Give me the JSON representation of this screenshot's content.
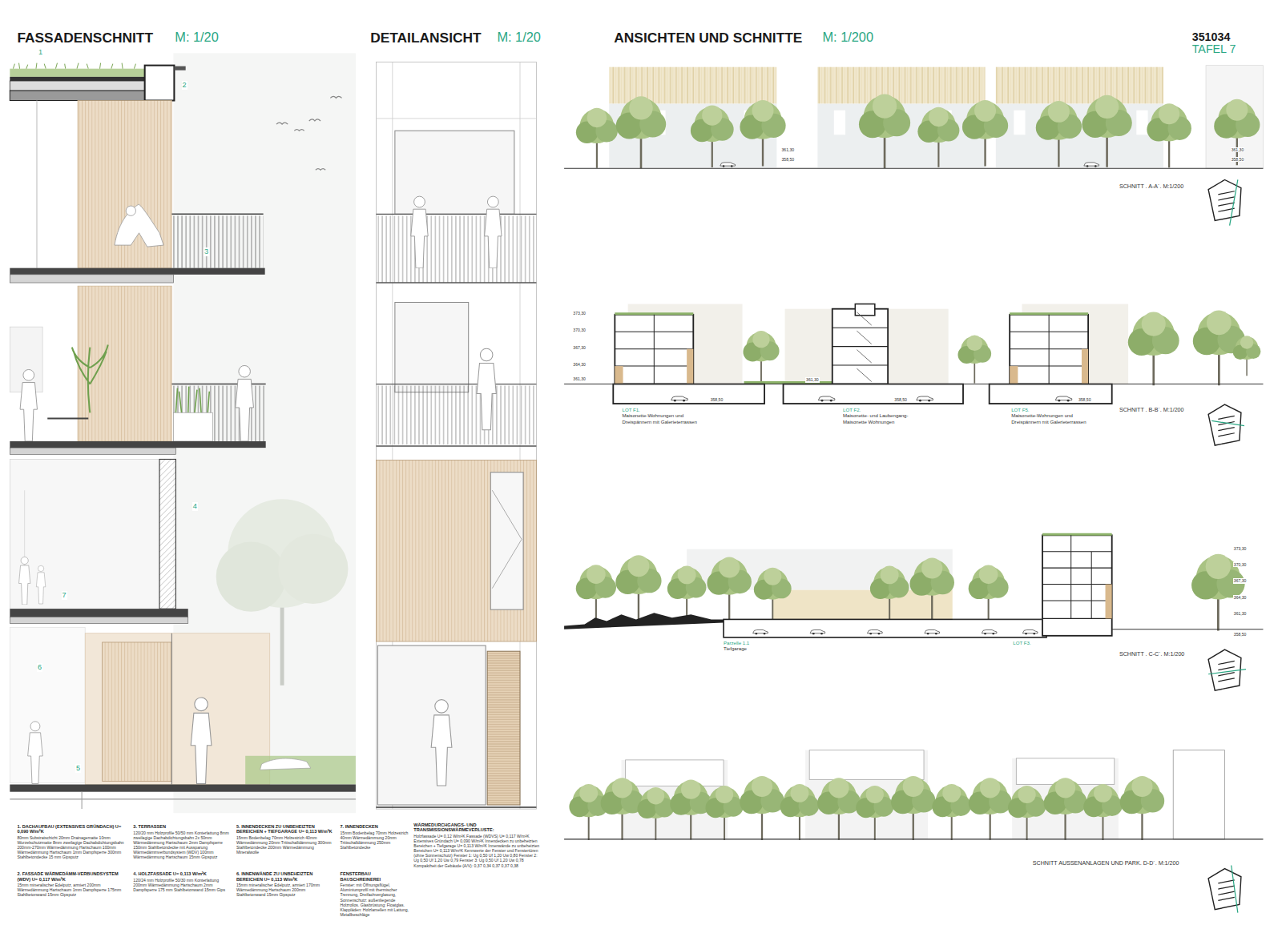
{
  "diagram": {
    "labels": [
      "FASSADENSCHNITT",
      "M: 1/20",
      "DETAILANSICHT",
      "M: 1/20",
      "ANSICHTEN UND SCHNITTE",
      "M: 1/200",
      "351034",
      "TAFEL 7",
      "1",
      "2",
      "3",
      "4",
      "7",
      "6",
      "5",
      "SCHNITT . A-A´. M:1/200",
      "SCHNITT . B-B´. M:1/200",
      "SCHNITT . C-C´. M:1/200",
      "SCHNITT AUSSENANLAGEN UND PARK. D-D´. M:1/200",
      "LOT F1.",
      "Maisonette-Wohnungen und Dreispännern mit Galerieterrassen",
      "LOT F2.",
      "Maisonette- und Laubengang-Maisonette Wohnungen",
      "LOT F5.",
      "Maisonette-Wohnungen und Dreispännern mit Galerieterrassen",
      "Parzelle 1.1",
      "Tiefgarage",
      "LOT F3.",
      "373,30",
      "370,30",
      "367,30",
      "364,30",
      "361,30",
      "373,30",
      "370,30",
      "367,30",
      "364,30",
      "361,30",
      "358,50",
      "358,50",
      "358,50",
      "358,50",
      "361,30",
      "361,30",
      "358,50",
      "361,30",
      "358,50",
      "1. DACHAUFBAU (EXTENSIVES GRÜNDACH) U= 0,090 W/m²K",
      "80mm Substratschicht 20mm Drainagematte 10mm Wurzelschutzmatte 8mm zweilagige Dachabdichtungsbahn 200mm-270mm Wärmedämmung Hartschaum 100mm Wärmedämmung Hartschaum 1mm Dampfsperre 300mm Stahlbetondecke 15 mm Gipsputz",
      "2. FASSADE WÄRMEDÄMM-VERBUNDSYSTEM (WDV) U= 0,117 W/m²K",
      "15mm mineralischer Edelputz, armiert 200mm Wärmedämmung Hartschaum 1mm Dampfsperre 175mm Stahlbetonwand 15mm Gipsputz",
      "3. TERRASSEN",
      "120/20 mm Holzprofile 50/50 mm Konterlattung 8mm zweilagige Dachabdichtungsbahn 2x 50mm Wärmedämmung Hartschaum 2mm Dampfsperre 150mm Stahlbetondecke mit Aussparung Wärmedämmverbundsystem (WDV) 100mm Wärmedämmung Hartschaum 15mm Gipsputz",
      "4. HOLZFASSADE U= 0,113 W/m²K",
      "120/24 mm Holzprofile 50/30 mm Konterlattung 200mm Wärmedämmung Hartschaum 2mm Dampfsperre 175 mm Stahlbetonwand 15mm Gips",
      "5. INNENDECKEN ZU UNBEHEIZTEN BEREICHEN + TIEFGARAGE U= 0,113 W/m²K",
      "15mm Bodenbelag 70mm Holzestrich 40mm Wärmedämmung 20mm Trittschalldämmung 300mm Stahlbetondecke 200mm Wärmedämmung Mineralwolle",
      "6. INNENWÄNDE ZU UNBEHEIZTEN BEREICHEN U= 0,113 W/m²K",
      "15mm mineralischer Edelputz, armiert 170mm Wärmedämmung Hartschaum 200mm Stahlbetonwand 15mm Gipsputz",
      "7. INNENDECKEN",
      "15mm Bodenbelag 70mm Holzestrich 40mm Wärmedämmung 20mm Trittschalldämmung 250mm Stahlbetondecke",
      "FENSTERBAU BAUSCHREINEREI",
      "Fenster: mit Öffnungsflügel, Aluminiumprofil mit thermischer Trennung, Dreifachverglasung, Sonnenschutz: außenliegende Holzrollos. Glasbrüstung: Floatglas. Klappläden: Holzlamellen mit Lattung, Metallbeschläge",
      "WÄRMEDURCHGANGS- UND TRANSMISSIONSWÄRMEVERLUSTE:",
      "Holzfassade U= 0,12 W/m²K Fassade (WDVS) U= 0,117 W/m²K Extensives Gründach U= 0,090 W/m²K Innendecken zu unbeheizten Bereichen + Tiefgarage U= 0,113 W/m²K Innenwände zu unbeheizten Bereichen U= 0,113 W/m²K Kennwerte der Fenster und Fenstertüren (ohne Sonnenschutz) Fenster 1: Ug 0,50 Uf 1,20 Uw 0,80 Fenster 2: Ug 0,50 Uf 1,20 Uw 0,79 Fenster 3: Ug 0,50 Uf 1,20 Uw 0,78 Kompaktheit der Gebäude (A/V): 0,37 0,34 0,37 0,37 0,38"
    ]
  }
}
